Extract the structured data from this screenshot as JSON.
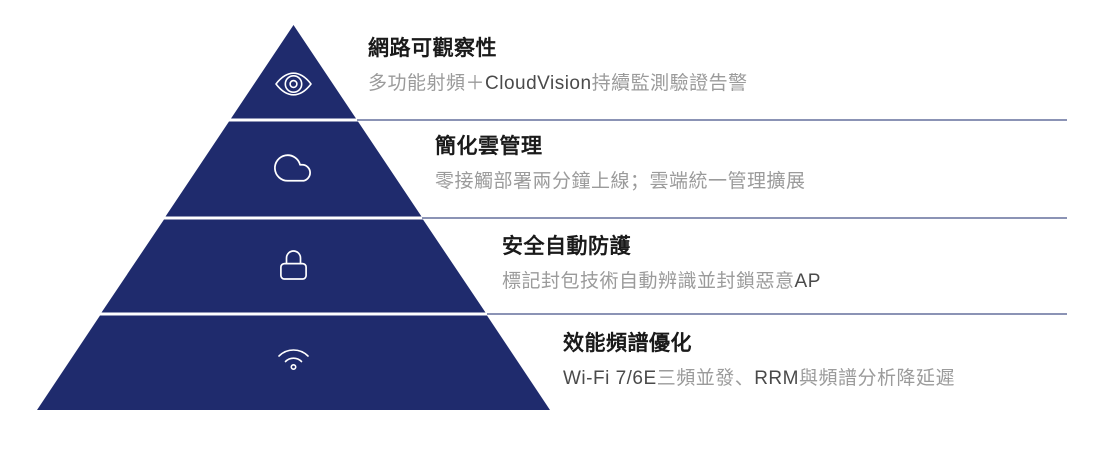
{
  "diagram": {
    "type": "pyramid",
    "tier_count": 4,
    "colors": {
      "pyramid": "#1f2b6d",
      "divider": "#8b93b5",
      "title": "#1a1a1a",
      "subtitle_cjk": "#9b9b9b",
      "subtitle_latin": "#4a4a4a",
      "icon_stroke": "#ffffff",
      "background": "#ffffff"
    },
    "tiers": [
      {
        "icon": "eye-icon",
        "title": "網路可觀察性",
        "subtitle": "多功能射頻＋CloudVision持續監測驗證告警",
        "subtitle_parts": [
          {
            "text": "多功能射頻＋",
            "latin": false
          },
          {
            "text": "CloudVision",
            "latin": true
          },
          {
            "text": "持續監測驗證告警",
            "latin": false
          }
        ]
      },
      {
        "icon": "cloud-icon",
        "title": "簡化雲管理",
        "subtitle": "零接觸部署兩分鐘上線；雲端統一管理擴展",
        "subtitle_parts": [
          {
            "text": "零接觸部署兩分鐘上線；雲端統一管理擴展",
            "latin": false
          }
        ]
      },
      {
        "icon": "lock-icon",
        "title": "安全自動防護",
        "subtitle": "標記封包技術自動辨識並封鎖惡意AP",
        "subtitle_parts": [
          {
            "text": "標記封包技術自動辨識並封鎖惡意",
            "latin": false
          },
          {
            "text": "AP",
            "latin": true
          }
        ]
      },
      {
        "icon": "wifi-icon",
        "title": "效能頻譜優化",
        "subtitle": "Wi-Fi 7/6E三頻並發、RRM與頻譜分析降延遲",
        "subtitle_parts": [
          {
            "text": "Wi-Fi 7/6E",
            "latin": true
          },
          {
            "text": "三頻並發、",
            "latin": false
          },
          {
            "text": "RRM",
            "latin": true
          },
          {
            "text": "與頻譜分析降延遲",
            "latin": false
          }
        ]
      }
    ]
  }
}
